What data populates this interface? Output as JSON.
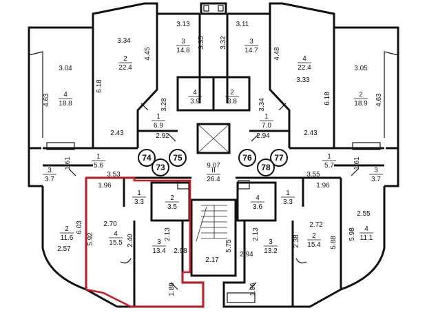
{
  "apartment_numbers": [
    "74",
    "73",
    "75",
    "76",
    "77",
    "78"
  ],
  "stair_label": "II",
  "stair_area": "26.4",
  "rooms": [
    {
      "no": "2",
      "area": "22.4"
    },
    {
      "no": "3",
      "area": "14.8"
    },
    {
      "no": "3",
      "area": "14.7"
    },
    {
      "no": "4",
      "area": "22.4"
    },
    {
      "no": "4",
      "area": "18.8"
    },
    {
      "no": "2",
      "area": "18.9"
    },
    {
      "no": "4",
      "area": "3.9"
    },
    {
      "no": "2",
      "area": "3.8"
    },
    {
      "no": "1",
      "area": "6.9"
    },
    {
      "no": "1",
      "area": "7.0"
    },
    {
      "no": "1",
      "area": "5.6"
    },
    {
      "no": "1",
      "area": "5.7"
    },
    {
      "no": "3",
      "area": "3.7"
    },
    {
      "no": "3",
      "area": "3.7"
    },
    {
      "no": "1",
      "area": "3.3"
    },
    {
      "no": "2",
      "area": "3.5"
    },
    {
      "no": "4",
      "area": "3.6"
    },
    {
      "no": "1",
      "area": "3.3"
    },
    {
      "no": "2",
      "area": "11.6"
    },
    {
      "no": "4",
      "area": "15.5"
    },
    {
      "no": "3",
      "area": "13.4"
    },
    {
      "no": "3",
      "area": "13.2"
    },
    {
      "no": "2",
      "area": "15.4"
    },
    {
      "no": "4",
      "area": "11.1"
    }
  ],
  "dimensions": [
    "3.13",
    "3.11",
    "3.35",
    "3.32",
    "3.34",
    "4.45",
    "4.48",
    "3.05",
    "3.04",
    "4.63",
    "6.18",
    "3.33",
    "6.18",
    "4.63",
    "3.28",
    "3.34",
    "2.43",
    "2.92",
    "2.94",
    "2.43",
    "1.61",
    "1.61",
    "3.53",
    "9.07",
    "3.55",
    "1.96",
    "1.96",
    "6.03",
    "2.70",
    "5.92",
    "2.40",
    "2.13",
    "2.98",
    "2.57",
    "2.17",
    "5.75",
    "2.94",
    "2.13",
    "2.38",
    "2.72",
    "5.88",
    "2.55",
    "5.98",
    "1.88",
    "1.86"
  ]
}
